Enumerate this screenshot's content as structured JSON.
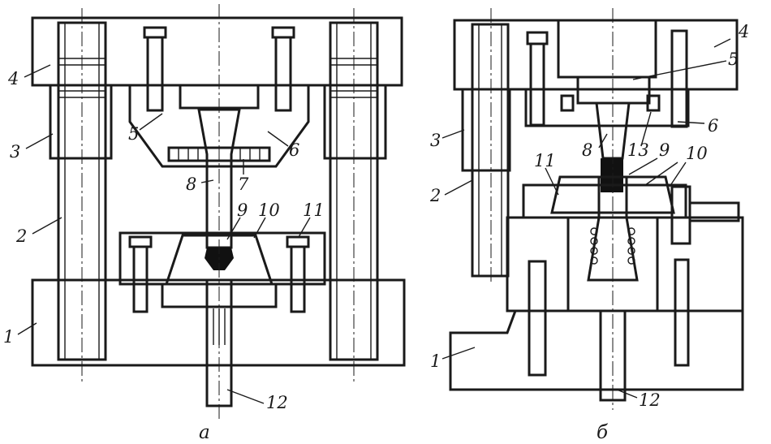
{
  "figure": {
    "left_view": {
      "caption": "a",
      "labels": [
        "4",
        "3",
        "2",
        "1",
        "5",
        "6",
        "7",
        "8",
        "9",
        "10",
        "11",
        "12"
      ]
    },
    "right_view": {
      "caption": "б",
      "labels": [
        "4",
        "5",
        "3",
        "6",
        "8",
        "13",
        "9",
        "2",
        "11",
        "10",
        "1",
        "12"
      ]
    }
  },
  "colors": {
    "ink": "#1a1a1a",
    "paper": "#ffffff",
    "slug": "#111111"
  }
}
